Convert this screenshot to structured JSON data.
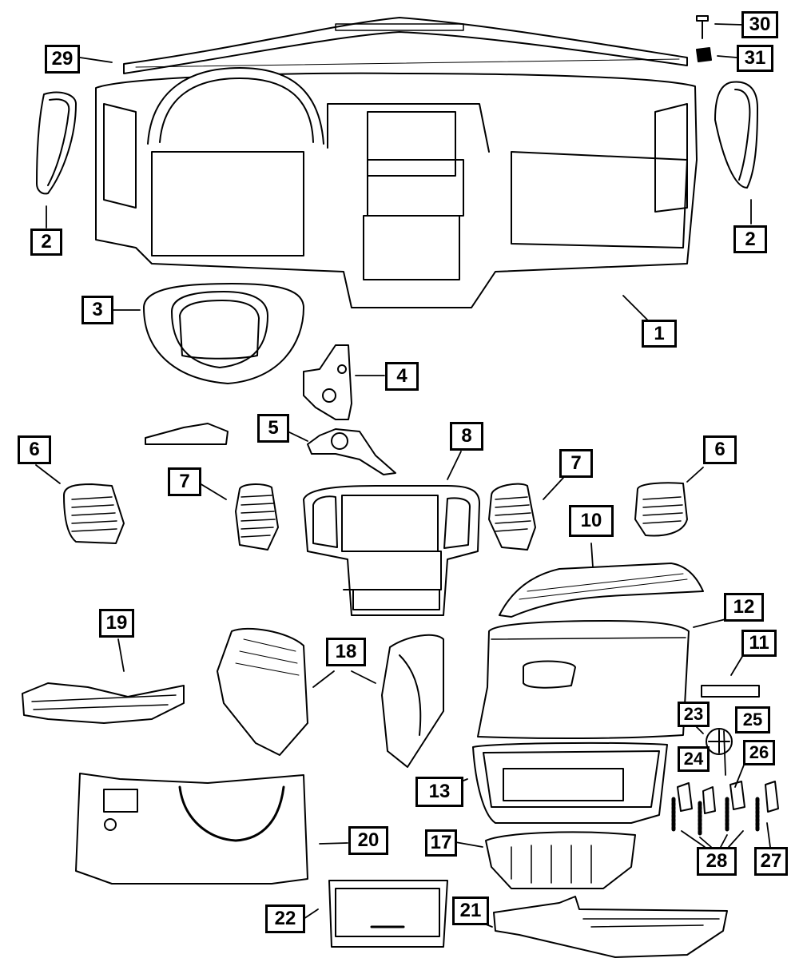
{
  "diagram": {
    "line_color": "#000000",
    "fill_color": "#ffffff",
    "callouts": [
      {
        "id": "c1",
        "label": "1"
      },
      {
        "id": "c2a",
        "label": "2"
      },
      {
        "id": "c2b",
        "label": "2"
      },
      {
        "id": "c3",
        "label": "3"
      },
      {
        "id": "c4",
        "label": "4"
      },
      {
        "id": "c5",
        "label": "5"
      },
      {
        "id": "c6a",
        "label": "6"
      },
      {
        "id": "c6b",
        "label": "6"
      },
      {
        "id": "c7a",
        "label": "7"
      },
      {
        "id": "c7b",
        "label": "7"
      },
      {
        "id": "c8",
        "label": "8"
      },
      {
        "id": "c10",
        "label": "10"
      },
      {
        "id": "c11",
        "label": "11"
      },
      {
        "id": "c12",
        "label": "12"
      },
      {
        "id": "c13",
        "label": "13"
      },
      {
        "id": "c17",
        "label": "17"
      },
      {
        "id": "c18",
        "label": "18"
      },
      {
        "id": "c19",
        "label": "19"
      },
      {
        "id": "c20",
        "label": "20"
      },
      {
        "id": "c21",
        "label": "21"
      },
      {
        "id": "c22",
        "label": "22"
      },
      {
        "id": "c23",
        "label": "23"
      },
      {
        "id": "c24",
        "label": "24"
      },
      {
        "id": "c25",
        "label": "25"
      },
      {
        "id": "c26",
        "label": "26"
      },
      {
        "id": "c27",
        "label": "27"
      },
      {
        "id": "c28",
        "label": "28"
      },
      {
        "id": "c29",
        "label": "29"
      },
      {
        "id": "c30",
        "label": "30"
      },
      {
        "id": "c31",
        "label": "31"
      }
    ]
  }
}
